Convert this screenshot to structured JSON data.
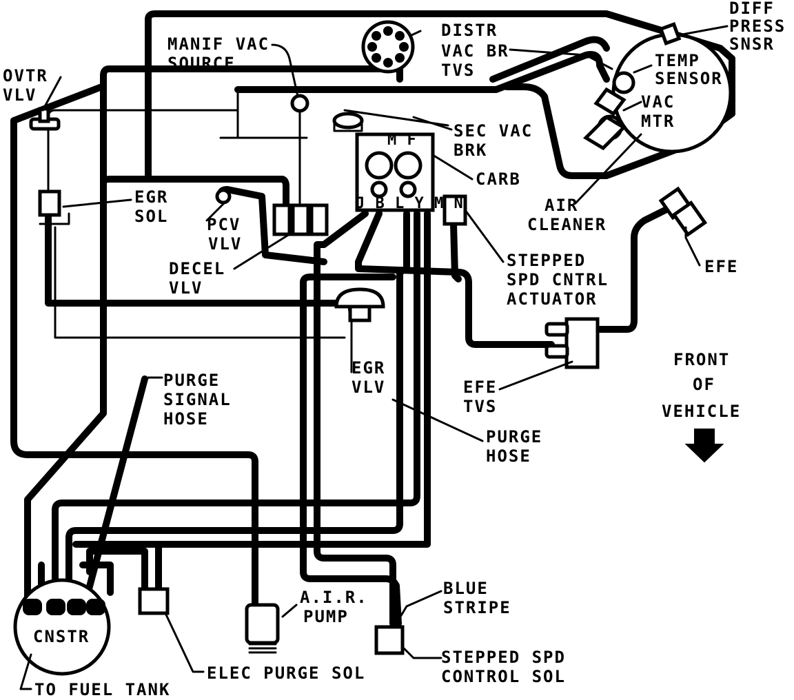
{
  "labels": {
    "oder_vlv": [
      "OVTR",
      "VLV"
    ],
    "manif_vac_source": [
      "MANIF VAC",
      "SOURCE"
    ],
    "distr": "DISTR",
    "vac_br_tvs": [
      "VAC BR",
      "TVS"
    ],
    "diff_press_snsr": [
      "DIFF",
      "PRESS",
      "SNSR"
    ],
    "temp_sensor": [
      "TEMP",
      "SENSOR"
    ],
    "vac_mtr": [
      "VAC",
      "MTR"
    ],
    "sec_vac_brk": [
      "SEC VAC",
      "BRK"
    ],
    "carb": "CARB",
    "carb_ports_top": "M F",
    "carb_ports_bottom": "J B L Y M N",
    "air_cleaner": [
      "AIR",
      "CLEANER"
    ],
    "egr_sol": [
      "EGR",
      "SOL"
    ],
    "pcv_vlv": [
      "PCV",
      "VLV"
    ],
    "decel_vlv": [
      "DECEL",
      "VLV"
    ],
    "stepped_spd_cntrl_actuator": [
      "STEPPED",
      "SPD CNTRL",
      "ACTUATOR"
    ],
    "efe": "EFE",
    "egr_vlv": [
      "EGR",
      "VLV"
    ],
    "efe_tvs": [
      "EFE",
      "TVS"
    ],
    "front_of_vehicle": [
      "FRONT",
      "OF",
      "VEHICLE"
    ],
    "purge_signal_hose": [
      "PURGE",
      "SIGNAL",
      "HOSE"
    ],
    "purge_hose": [
      "PURGE",
      "HOSE"
    ],
    "air_pump": [
      "A.I.R.",
      "PUMP"
    ],
    "blue_stripe": [
      "BLUE",
      "STRIPE"
    ],
    "cnstr": "CNSTR",
    "elec_purge_sol": "ELEC PURGE SOL",
    "stepped_spd_control_sol": [
      "STEPPED SPD",
      "CONTROL SOL"
    ],
    "to_fuel_tank": "TO FUEL TANK"
  },
  "icons": {
    "front_arrow": "down-arrow-icon"
  }
}
